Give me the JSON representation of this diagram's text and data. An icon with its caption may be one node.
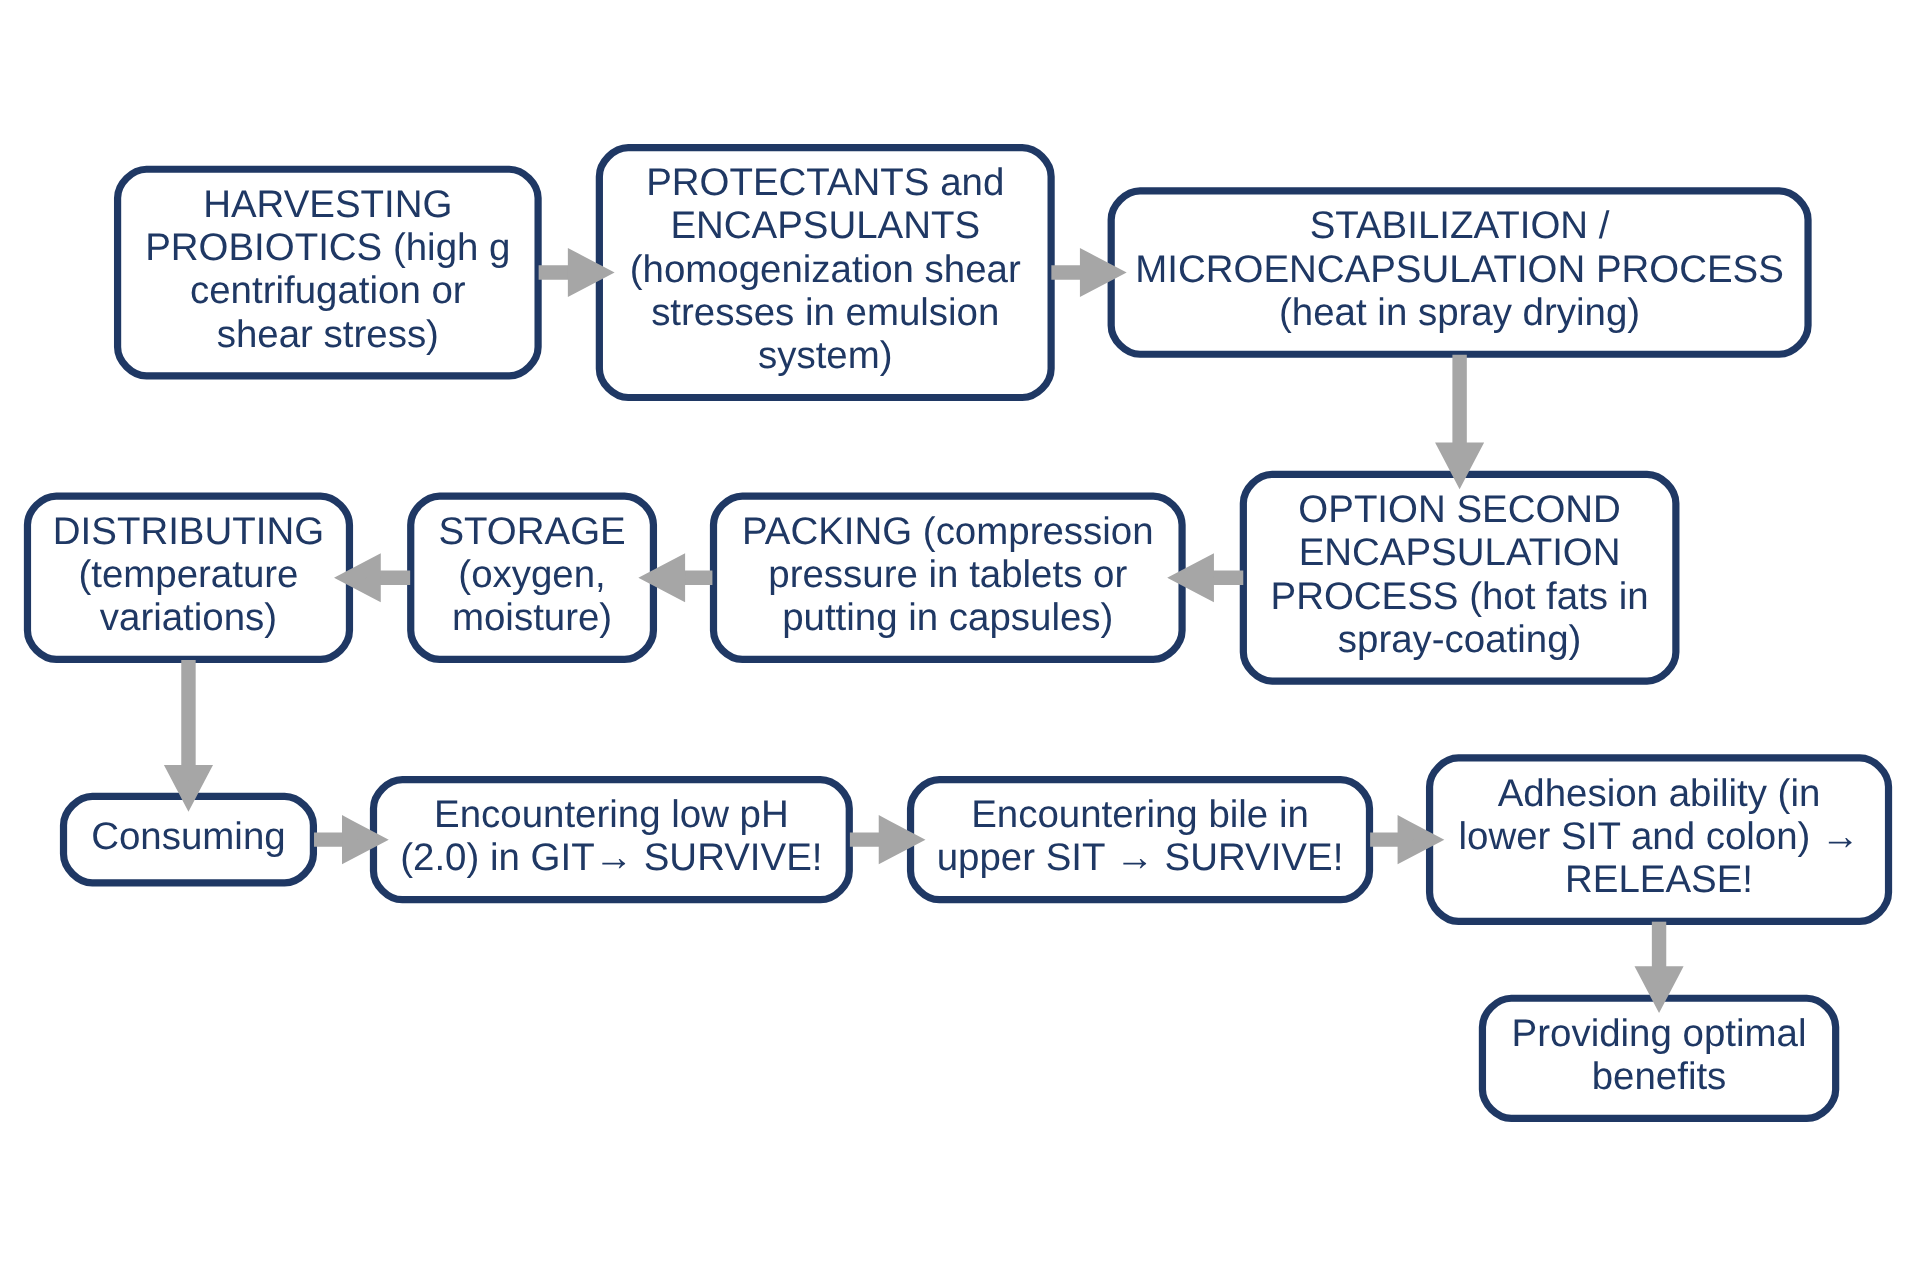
{
  "diagram": {
    "nodes": [
      {
        "text": [
          "HARVESTING PROBIOTICS (high g centrifugation or shear stress)"
        ]
      },
      {
        "text": [
          "PROTECTANTS and ENCAPSULANTS (homogenization shear stresses in emulsion system)"
        ]
      },
      {
        "text": [
          "STABILIZATION / MICROENCAPSULATION PROCESS (heat in spray drying)"
        ]
      },
      {
        "text": [
          "OPTION SECOND ENCAPSULATION PROCESS (hot fats in spray-coating)"
        ]
      },
      {
        "text": [
          "PACKING (compression pressure in tablets or putting in capsules)"
        ]
      },
      {
        "text": [
          "STORAGE (oxygen, moisture)"
        ]
      },
      {
        "text": [
          "DISTRIBUTING (temperature variations)"
        ]
      },
      {
        "text": [
          "Consuming"
        ]
      },
      {
        "text": [
          "Encountering low pH (2.0) in GIT→ SURVIVE!"
        ]
      },
      {
        "text": [
          "Encountering bile in upper SIT → SURVIVE!"
        ]
      },
      {
        "text": [
          "Adhesion ability (in lower SIT and colon) → RELEASE!"
        ]
      },
      {
        "text": [
          "Providing optimal benefits"
        ]
      }
    ],
    "edges": [
      {
        "from": 0,
        "to": 1,
        "arrow": "to"
      },
      {
        "from": 1,
        "to": 2,
        "arrow": "to"
      },
      {
        "from": 2,
        "to": 3,
        "arrow": "to"
      },
      {
        "from": 3,
        "to": 4,
        "arrow": "to"
      },
      {
        "from": 4,
        "to": 5,
        "arrow": "to"
      },
      {
        "from": 5,
        "to": 6,
        "arrow": "to"
      },
      {
        "from": 6,
        "to": 7,
        "arrow": "to"
      },
      {
        "from": 7,
        "to": 8,
        "arrow": "to"
      },
      {
        "from": 8,
        "to": 9,
        "arrow": "to"
      },
      {
        "from": 9,
        "to": 10,
        "arrow": "to"
      },
      {
        "from": 10,
        "to": 11,
        "arrow": "to"
      }
    ]
  }
}
